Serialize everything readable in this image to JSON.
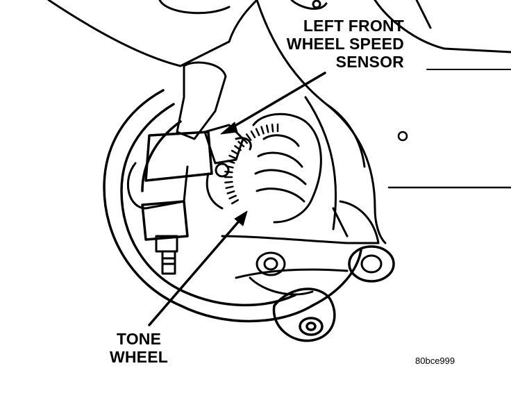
{
  "callouts": {
    "sensor": {
      "lines": [
        "LEFT FRONT",
        "WHEEL SPEED",
        "SENSOR"
      ]
    },
    "tone_wheel": {
      "lines": [
        "TONE",
        "WHEEL"
      ]
    }
  },
  "figure_id": "80bce999",
  "colors": {
    "ink": "#000000",
    "paper": "#ffffff"
  }
}
